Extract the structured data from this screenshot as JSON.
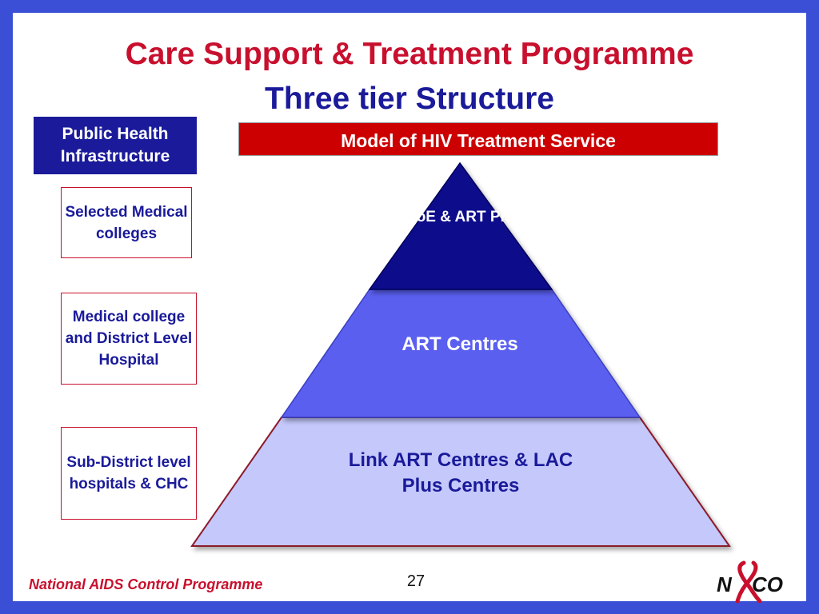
{
  "title": {
    "line1": "Care Support & Treatment Programme",
    "line2": "Three tier Structure"
  },
  "left_header": "Public Health Infrastructure",
  "model_header": "Model of  HIV Treatment  Service",
  "tiers": [
    {
      "infrastructure": "Selected Medical colleges",
      "centre": "CoE & ART  Plus"
    },
    {
      "infrastructure": "Medical college and District Level Hospital",
      "centre": "ART Centres"
    },
    {
      "infrastructure": "Sub-District level hospitals & CHC",
      "centre": "Link ART Centres & LAC Plus Centres"
    }
  ],
  "colors": {
    "top_tier": "#0a0a8c",
    "middle_tier": "#5a5ff0",
    "bottom_tier": "#c4c8fb",
    "accent_red": "#c8102e",
    "navy": "#1a1a9a"
  },
  "footer": {
    "organization": "National AIDS Control Programme",
    "page_number": "27",
    "logo_text": "NACO"
  }
}
